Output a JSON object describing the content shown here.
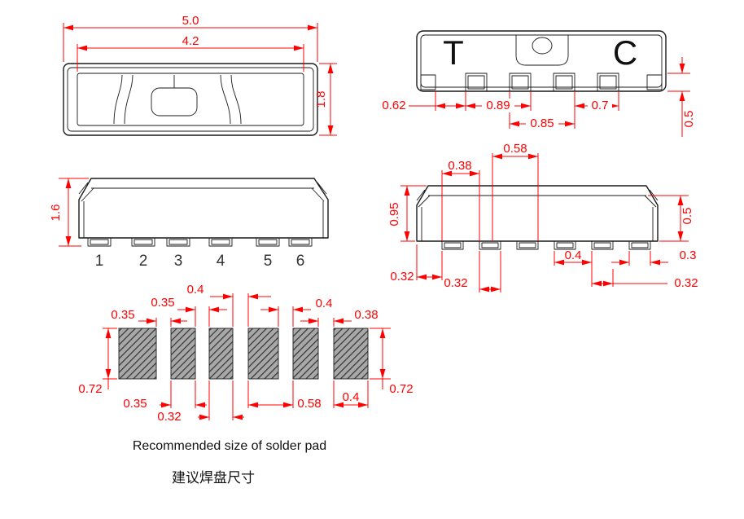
{
  "drawing": {
    "top_view": {
      "dim_outer_width": "5.0",
      "dim_inner_width": "4.2",
      "dim_height": "1.8"
    },
    "front_view": {
      "marking_left": "T",
      "marking_right": "C",
      "dim_left_gap": "0.62",
      "dim_pitch_a": "0.89",
      "dim_pitch_b": "0.85",
      "dim_pitch_c": "0.7",
      "dim_pin_height": "0.5"
    },
    "side_view": {
      "dim_height": "1.6",
      "pin_numbers": [
        "1",
        "2",
        "3",
        "4",
        "5",
        "6"
      ]
    },
    "back_view": {
      "dim_top_a": "0.58",
      "dim_top_b": "0.38",
      "dim_height_left": "0.95",
      "dim_height_right": "0.5",
      "dim_bottom_a": "0.32",
      "dim_bottom_b": "0.32",
      "dim_bottom_c": "0.4",
      "dim_bottom_d": "0.3",
      "dim_bottom_e": "0.32"
    },
    "pad_layout": {
      "dim_top_a": "0.4",
      "dim_top_b": "0.35",
      "dim_top_c": "0.35",
      "dim_top_d": "0.4",
      "dim_top_e": "0.38",
      "dim_height_left": "0.72",
      "dim_height_right": "0.72",
      "dim_bottom_a": "0.35",
      "dim_bottom_b": "0.32",
      "dim_bottom_c": "0.58",
      "dim_bottom_d": "0.4",
      "caption_en": "Recommended size of solder pad",
      "caption_zh": "建议焊盘尺寸"
    },
    "colors": {
      "dimension_red": "#ff0000",
      "outline_black": "#1a1a1a"
    }
  }
}
